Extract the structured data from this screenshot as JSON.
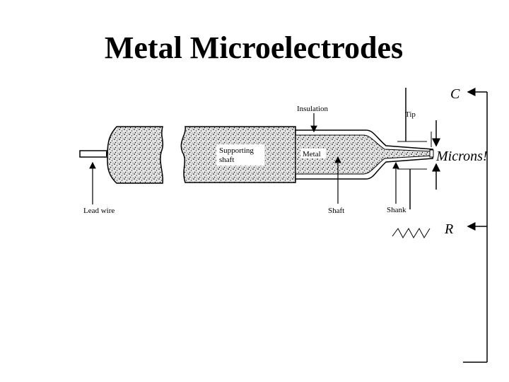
{
  "slide": {
    "title": "Metal Microelectrodes"
  },
  "diagram": {
    "labels": {
      "insulation": "Insulation",
      "tip": "Tip",
      "supporting": "Supporting",
      "shaft_inner": "shaft",
      "metal": "Metal",
      "lead_wire": "Lead wire",
      "shaft": "Shaft",
      "shank": "Shank"
    },
    "annotations": {
      "capacitor": "C",
      "microns": "Microns!",
      "resistor": "R"
    }
  },
  "colors": {
    "ink": "#000000",
    "speckle": "#d9d9d9"
  }
}
